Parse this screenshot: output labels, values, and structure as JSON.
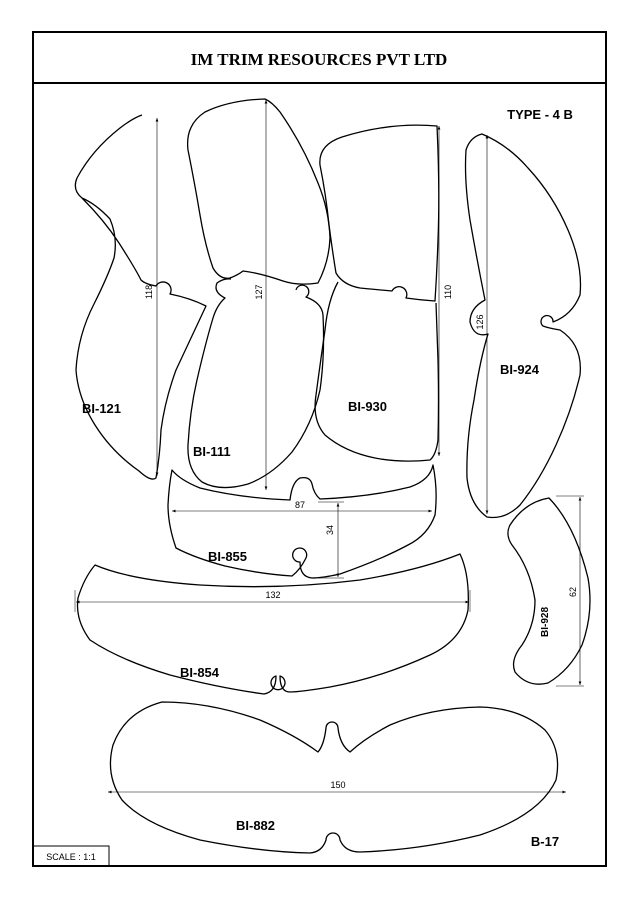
{
  "header": {
    "title": "IM TRIM RESOURCES PVT LTD"
  },
  "type_label": "TYPE - 4 B",
  "sheet_code": "B-17",
  "scale_label": "SCALE : 1:1",
  "parts": [
    {
      "code": "BI-121",
      "dimension": "118"
    },
    {
      "code": "BI-111",
      "dimension": "127"
    },
    {
      "code": "BI-930",
      "dimension": "110"
    },
    {
      "code": "BI-924",
      "dimension": "126"
    },
    {
      "code": "BI-855",
      "dimension_width": "87",
      "dimension_height": "34"
    },
    {
      "code": "BI-928",
      "dimension": "62"
    },
    {
      "code": "BI-854",
      "dimension": "132"
    },
    {
      "code": "BI-882",
      "dimension": "150"
    }
  ]
}
